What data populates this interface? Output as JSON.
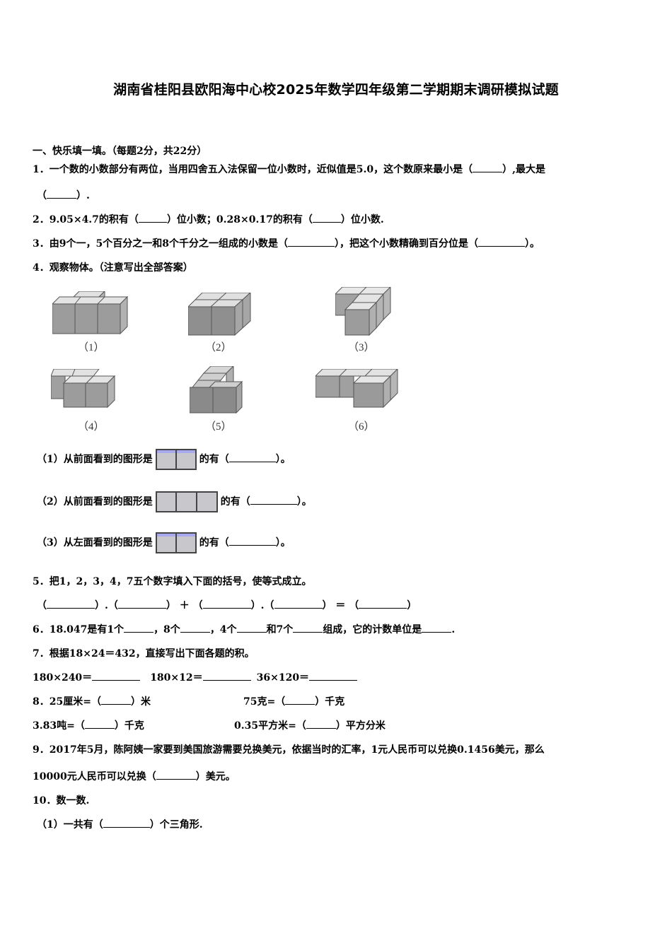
{
  "title": "湖南省桂阳县欧阳海中心校2025年数学四年级第二学期期末调研模拟试题",
  "section1": {
    "heading": "一、快乐填一填。（每题2分，共22分）"
  },
  "questions": {
    "q1": {
      "line1_pre": "1．一个数的小数部分有两位，当用四舍五入法保留一位小数时，近似值是5.0，这个数原来最小是（",
      "line1_mid": "）,最大是",
      "line2_pre": "（",
      "line2_post": "）."
    },
    "q2": {
      "pre": "2．9.05×4.7的积有（",
      "mid": "）位小数；0.28×0.17的积有（",
      "post": "）位小数."
    },
    "q3": {
      "pre": "3．由9个一，5个百分之一和8个千分之一组成的小数是（",
      "mid": "），把这个小数精确到百分位是（",
      "post": "）。"
    },
    "q4": {
      "text": "4．观察物体。（注意写出全部答案）",
      "figures": [
        "（1）",
        "（2）",
        "（3）",
        "（4）",
        "（5）",
        "（6）"
      ],
      "sub1": {
        "pre": "（1）从前面看到的图形是",
        "post_pre": "的有（",
        "post_end": "）。"
      },
      "sub2": {
        "pre": "（2）从前面看到的图形是",
        "post_pre": "的有（",
        "post_end": "）。"
      },
      "sub3": {
        "pre": "（3）从左面看到的图形是",
        "post_pre": "的有（",
        "post_end": "）。"
      }
    },
    "q5": {
      "text": "5．把1，2，3，4，7五个数字填入下面的括号，使等式成立。",
      "eq_open": "（",
      "eq_close": "）",
      "dot": ".",
      "plus": "＋",
      "equals": "＝"
    },
    "q6": {
      "p1": "6．18.047是有1个",
      "p2": "，8个",
      "p3": "，4个",
      "p4": "和7个",
      "p5": "组成，它的计数单位是",
      "p6": "."
    },
    "q7": {
      "text": "7．根据18×24＝432，直接写出下面各题的积。",
      "items": [
        "180×240＝",
        "180×12＝",
        "36×120＝"
      ]
    },
    "q8": {
      "a_pre": "8．25厘米=（",
      "a_post": "）米",
      "b_pre": "75克=（",
      "b_post": "）千克",
      "c_pre": "3.83吨=（",
      "c_post": "）千克",
      "d_pre": "0.35平方米=（",
      "d_post": "）平方分米"
    },
    "q9": {
      "line1": "9．2017年5月，陈阿姨一家要到美国旅游需要兑换美元，依据当时的汇率，1元人民币可以兑换0.1456美元，那么",
      "line2_pre": "10000元人民币可以兑换（",
      "line2_post": "）美元。"
    },
    "q10": {
      "text": "10．数一数.",
      "sub1_pre": "（1）一共有（",
      "sub1_post": "）个三角形."
    }
  },
  "colors": {
    "cube_top": "#dcdcdc",
    "cube_front": "#9a9a9a",
    "cube_side": "#b5b5b5",
    "view_fill": "#c8c8cc",
    "view_highlight": "#a9a9ee"
  }
}
